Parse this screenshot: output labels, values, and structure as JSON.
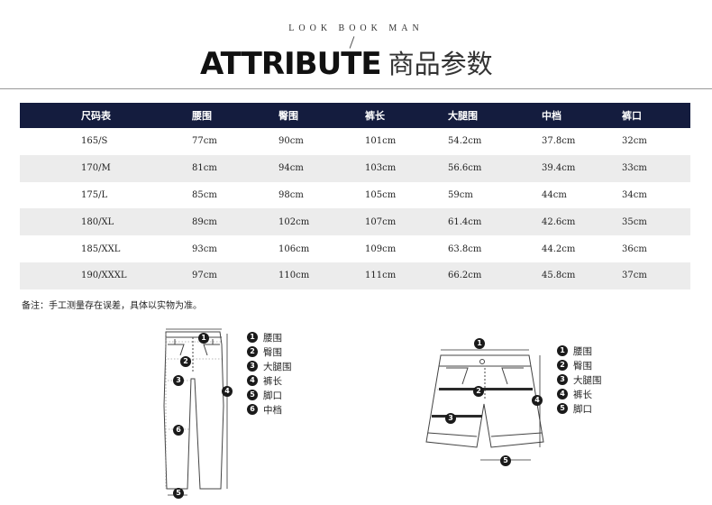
{
  "header": {
    "top_text": "LOOK BOOK MAN",
    "title_en": "ATTRIBUTE",
    "title_cn": "商品参数"
  },
  "size_table": {
    "columns": [
      "尺码表",
      "腰围",
      "臀围",
      "裤长",
      "大腿围",
      "中档",
      "裤口"
    ],
    "rows": [
      [
        "165/S",
        "77cm",
        "90cm",
        "101cm",
        "54.2cm",
        "37.8cm",
        "32cm"
      ],
      [
        "170/M",
        "81cm",
        "94cm",
        "103cm",
        "56.6cm",
        "39.4cm",
        "33cm"
      ],
      [
        "175/L",
        "85cm",
        "98cm",
        "105cm",
        "59cm",
        "44cm",
        "34cm"
      ],
      [
        "180/XL",
        "89cm",
        "102cm",
        "107cm",
        "61.4cm",
        "42.6cm",
        "35cm"
      ],
      [
        "185/XXL",
        "93cm",
        "106cm",
        "109cm",
        "63.8cm",
        "44.2cm",
        "36cm"
      ],
      [
        "190/XXXL",
        "97cm",
        "110cm",
        "111cm",
        "66.2cm",
        "45.8cm",
        "37cm"
      ]
    ]
  },
  "note": "备注：手工测量存在误差，具体以实物为准。",
  "pants_diagram": {
    "markers": [
      "1",
      "2",
      "3",
      "4",
      "5",
      "6"
    ],
    "legend": [
      {
        "num": "1",
        "label": "腰围"
      },
      {
        "num": "2",
        "label": "臀围"
      },
      {
        "num": "3",
        "label": "大腿围"
      },
      {
        "num": "4",
        "label": "裤长"
      },
      {
        "num": "5",
        "label": "脚口"
      },
      {
        "num": "6",
        "label": "中档"
      }
    ]
  },
  "shorts_diagram": {
    "markers": [
      "1",
      "2",
      "3",
      "4",
      "5"
    ],
    "legend": [
      {
        "num": "1",
        "label": "腰围"
      },
      {
        "num": "2",
        "label": "臀围"
      },
      {
        "num": "3",
        "label": "大腿围"
      },
      {
        "num": "4",
        "label": "裤长"
      },
      {
        "num": "5",
        "label": "脚口"
      }
    ]
  }
}
